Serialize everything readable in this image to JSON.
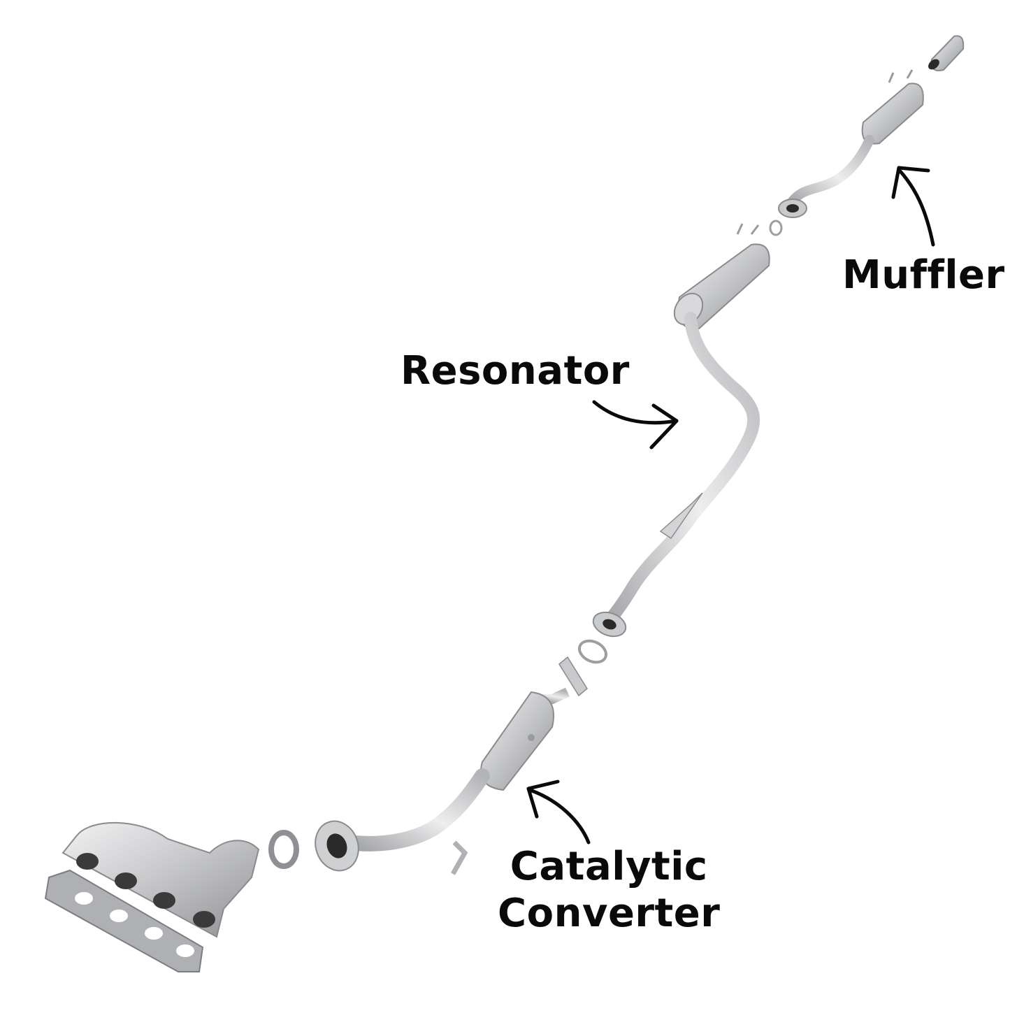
{
  "labels": {
    "muffler": "Muffler",
    "resonator": "Resonator",
    "catalytic_line1": "Catalytic",
    "catalytic_line2": "Converter"
  },
  "colors": {
    "pipe_light": "#e9e9ea",
    "pipe_mid": "#bdbec0",
    "pipe_dark": "#8a8b8e",
    "arrow": "#0a0a0a",
    "gasket": "#9c9ea2"
  }
}
